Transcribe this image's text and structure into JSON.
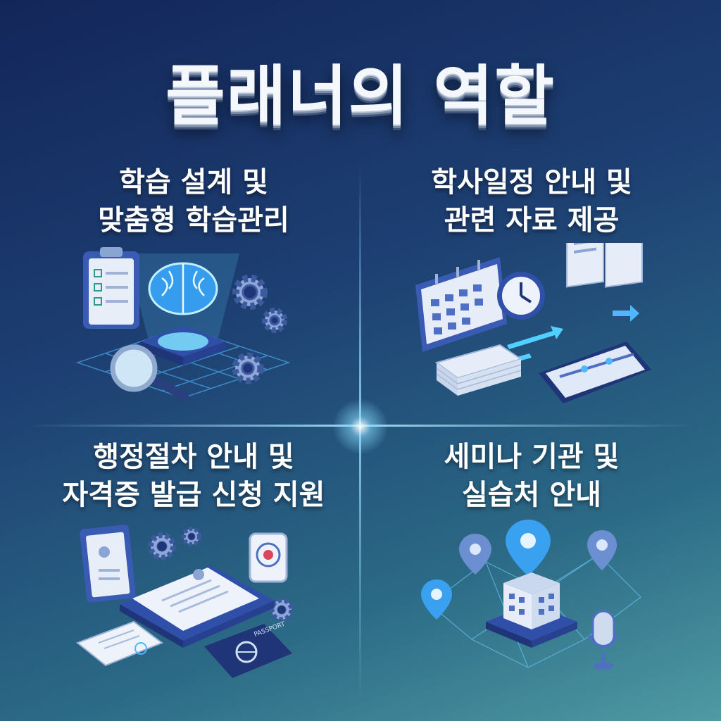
{
  "title": "플래너의 역할",
  "quadrants": [
    {
      "line1": "학습 설계 및",
      "line2": "맞춤형 학습관리"
    },
    {
      "line1": "학사일정 안내 및",
      "line2": "관련 자료 제공"
    },
    {
      "line1": "행정절차 안내 및",
      "line2": "자격증 발급 신청 지원"
    },
    {
      "line1": "세미나 기관 및",
      "line2": "실습처 안내"
    }
  ],
  "passport_label": "PASSPORT",
  "colors": {
    "bg_top": "#13265a",
    "bg_bottom": "#4f9aa3",
    "accent": "#3fb8ff",
    "tile": "#3a5bb3"
  },
  "icons": [
    "clipboard-icon",
    "brain-icon",
    "gear-icon",
    "magnifier-icon",
    "calendar-icon",
    "clock-icon",
    "document-icon",
    "tablet-icon",
    "passport-icon",
    "location-pin-icon",
    "building-icon",
    "microphone-icon"
  ]
}
